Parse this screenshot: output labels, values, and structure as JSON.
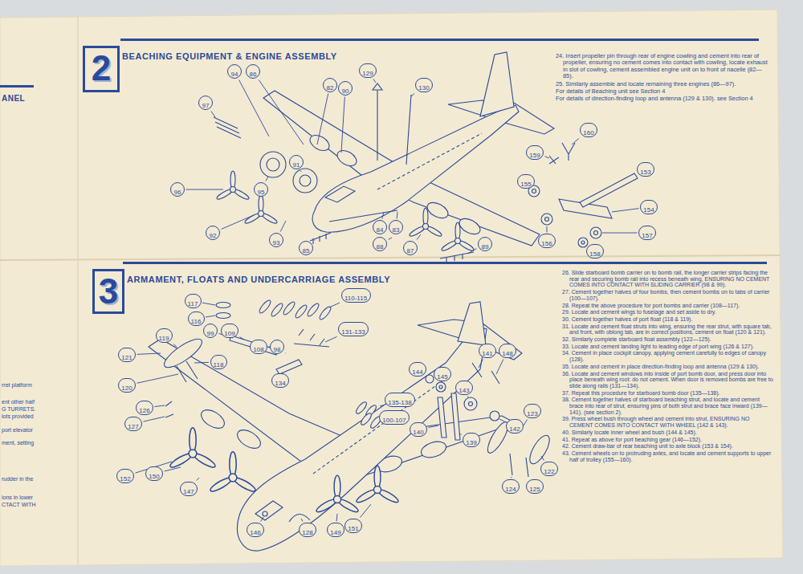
{
  "diagram": {
    "nodes": [
      {
        "text": [
          "2",
          "BEACHING EQUIPMENT & ENGINE ASSEMBLY"
        ]
      },
      {
        "text": [
          "94"
        ]
      },
      {
        "text": [
          "86"
        ]
      },
      {
        "text": [
          "82"
        ]
      },
      {
        "text": [
          "90"
        ]
      },
      {
        "text": [
          "129"
        ]
      },
      {
        "text": [
          "130"
        ]
      },
      {
        "text": [
          "97"
        ]
      },
      {
        "text": [
          "91"
        ]
      },
      {
        "text": [
          "96"
        ]
      },
      {
        "text": [
          "95"
        ]
      },
      {
        "text": [
          "92"
        ]
      },
      {
        "text": [
          "93"
        ]
      },
      {
        "text": [
          "85"
        ]
      },
      {
        "text": [
          "84"
        ]
      },
      {
        "text": [
          "83"
        ]
      },
      {
        "text": [
          "88"
        ]
      },
      {
        "text": [
          "87"
        ]
      },
      {
        "text": [
          "89"
        ]
      },
      {
        "text": [
          "160"
        ]
      },
      {
        "text": [
          "159"
        ]
      },
      {
        "text": [
          "153"
        ]
      },
      {
        "text": [
          "155"
        ]
      },
      {
        "text": [
          "154"
        ]
      },
      {
        "text": [
          "156"
        ]
      },
      {
        "text": [
          "157"
        ]
      },
      {
        "text": [
          "158"
        ]
      },
      {
        "text": [
          "3",
          "ARMAMENT, FLOATS AND UNDERCARRIAGE ASSEMBLY"
        ]
      },
      {
        "text": [
          "117"
        ]
      },
      {
        "text": [
          "116"
        ]
      },
      {
        "text": [
          "110-115"
        ]
      },
      {
        "text": [
          "99"
        ]
      },
      {
        "text": [
          "109"
        ]
      },
      {
        "text": [
          "131-133"
        ]
      },
      {
        "text": [
          "108"
        ]
      },
      {
        "text": [
          "98"
        ]
      },
      {
        "text": [
          "121"
        ]
      },
      {
        "text": [
          "119"
        ]
      },
      {
        "text": [
          "118"
        ]
      },
      {
        "text": [
          "120"
        ]
      },
      {
        "text": [
          "134"
        ]
      },
      {
        "text": [
          "141"
        ]
      },
      {
        "text": [
          "148"
        ]
      },
      {
        "text": [
          "144"
        ]
      },
      {
        "text": [
          "145"
        ]
      },
      {
        "text": [
          "126"
        ]
      },
      {
        "text": [
          "127"
        ]
      },
      {
        "text": [
          "143"
        ]
      },
      {
        "text": [
          "135-138"
        ]
      },
      {
        "text": [
          "142"
        ]
      },
      {
        "text": [
          "123"
        ]
      },
      {
        "text": [
          "100-107"
        ]
      },
      {
        "text": [
          "140"
        ]
      },
      {
        "text": [
          "139"
        ]
      },
      {
        "text": [
          "152"
        ]
      },
      {
        "text": [
          "150"
        ]
      },
      {
        "text": [
          "147"
        ]
      },
      {
        "text": [
          "122"
        ]
      },
      {
        "text": [
          "124"
        ]
      },
      {
        "text": [
          "125"
        ]
      },
      {
        "text": [
          "146"
        ]
      },
      {
        "text": [
          "128"
        ]
      },
      {
        "text": [
          "149"
        ]
      },
      {
        "text": [
          "151"
        ]
      }
    ],
    "labels": [
      "ANEL",
      "rret platform",
      "ent other half",
      "G TURRETS.",
      "lots provided",
      "port elevator",
      "ment, setting",
      "rudder in the",
      "ions in lower",
      "CTACT WITH",
      "24. Insert propeller pin through rear of engine cowling and cement into rear of propeller, ensuring no cement comes into contact with cowling, locate exhaust in slot of cowling, cement assembled engine unit on to front of nacelle (82—85).",
      "25. Similarly assemble and locate remaining three engines (86—97).",
      "For details of Beaching unit see Section 4",
      "For details of direction-finding loop and antenna (129 & 130). see Section 4",
      "26. Slide starboard bomb carrier on to bomb rail, the longer carrier strips facing the rear and securing bomb rail into recess beneath wing, ENSURING NO CEMENT COMES INTO CONTACT WITH SLIDING CARRIER (98 & 99).",
      "27. Cement together halves of four bombs, then cement bombs on to tabs of carrier (100—107).",
      "28. Repeat the above procedure for port bombs and carrier (108—117).",
      "29. Locate and cement wings to fuselage and set aside to dry.",
      "30. Cement together halves of port float (118 & 119).",
      "31. Locate and cement float struts into wing, ensuring the rear strut, with square tab, and front, with oblong tab, are in correct positions, cement on float (120 & 121).",
      "32. Similarly complete starboard float assembly (122—125).",
      "33. Locate and cement landing light to leading edge of port wing (126 & 127).",
      "34. Cement in place cockpit canopy, applying cement carefully to edges of canopy (128).",
      "35. Locate and cement in place direction-finding loop and antenna (129 & 130).",
      "36. Locate and cement windows into inside of port bomb door, and press door into place beneath wing root: do not cement. When door is removed bombs are free to slide along rails (131—134).",
      "37. Repeat this procedure for starboard bomb door (135—138).",
      "38. Cement together halves of starboard beaching strut, and locate and cement brace into rear of strut, ensuring pins of both strut and brace face inward (139—141). (see section 2).",
      "39. Press wheel bush through wheel and cement into strut, ENSURING NO CEMENT COMES INTO CONTACT WITH WHEEL (142 & 143).",
      "40. Similarly locate inner wheel and bush (144 & 145).",
      "41. Repeat as above for port beaching gear (146—152).",
      "42. Cement draw-bar of rear beaching unit to axle block (153 & 154).",
      "43. Cement wheels on to protruding axles, and locate and cement supports to upper half of trolley (155—160)."
    ]
  }
}
